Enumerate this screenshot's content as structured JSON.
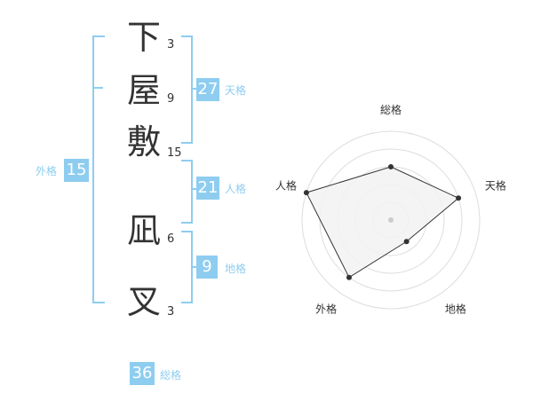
{
  "name": {
    "characters": [
      {
        "char": "下",
        "strokes": "3"
      },
      {
        "char": "屋",
        "strokes": "9"
      },
      {
        "char": "敷",
        "strokes": "15"
      },
      {
        "char": "凪",
        "strokes": "6"
      },
      {
        "char": "叉",
        "strokes": "3"
      }
    ]
  },
  "fortune": {
    "tenkaku": {
      "value": "27",
      "label": "天格"
    },
    "jinkaku": {
      "value": "21",
      "label": "人格"
    },
    "chikaku": {
      "value": "9",
      "label": "地格"
    },
    "gaikaku": {
      "value": "15",
      "label": "外格"
    },
    "soukaku": {
      "value": "36",
      "label": "総格"
    }
  },
  "colors": {
    "accent": "#8ecdf0",
    "text": "#333333",
    "grid": "#dddddd",
    "polygon_fill": "#f2f2f2",
    "polygon_stroke": "#333333"
  },
  "chart_data": {
    "type": "radar",
    "axes": [
      "総格",
      "天格",
      "地格",
      "外格",
      "人格"
    ],
    "levels": 5,
    "range": [
      0,
      5
    ],
    "values": [
      3,
      4,
      1.5,
      4,
      5
    ]
  }
}
